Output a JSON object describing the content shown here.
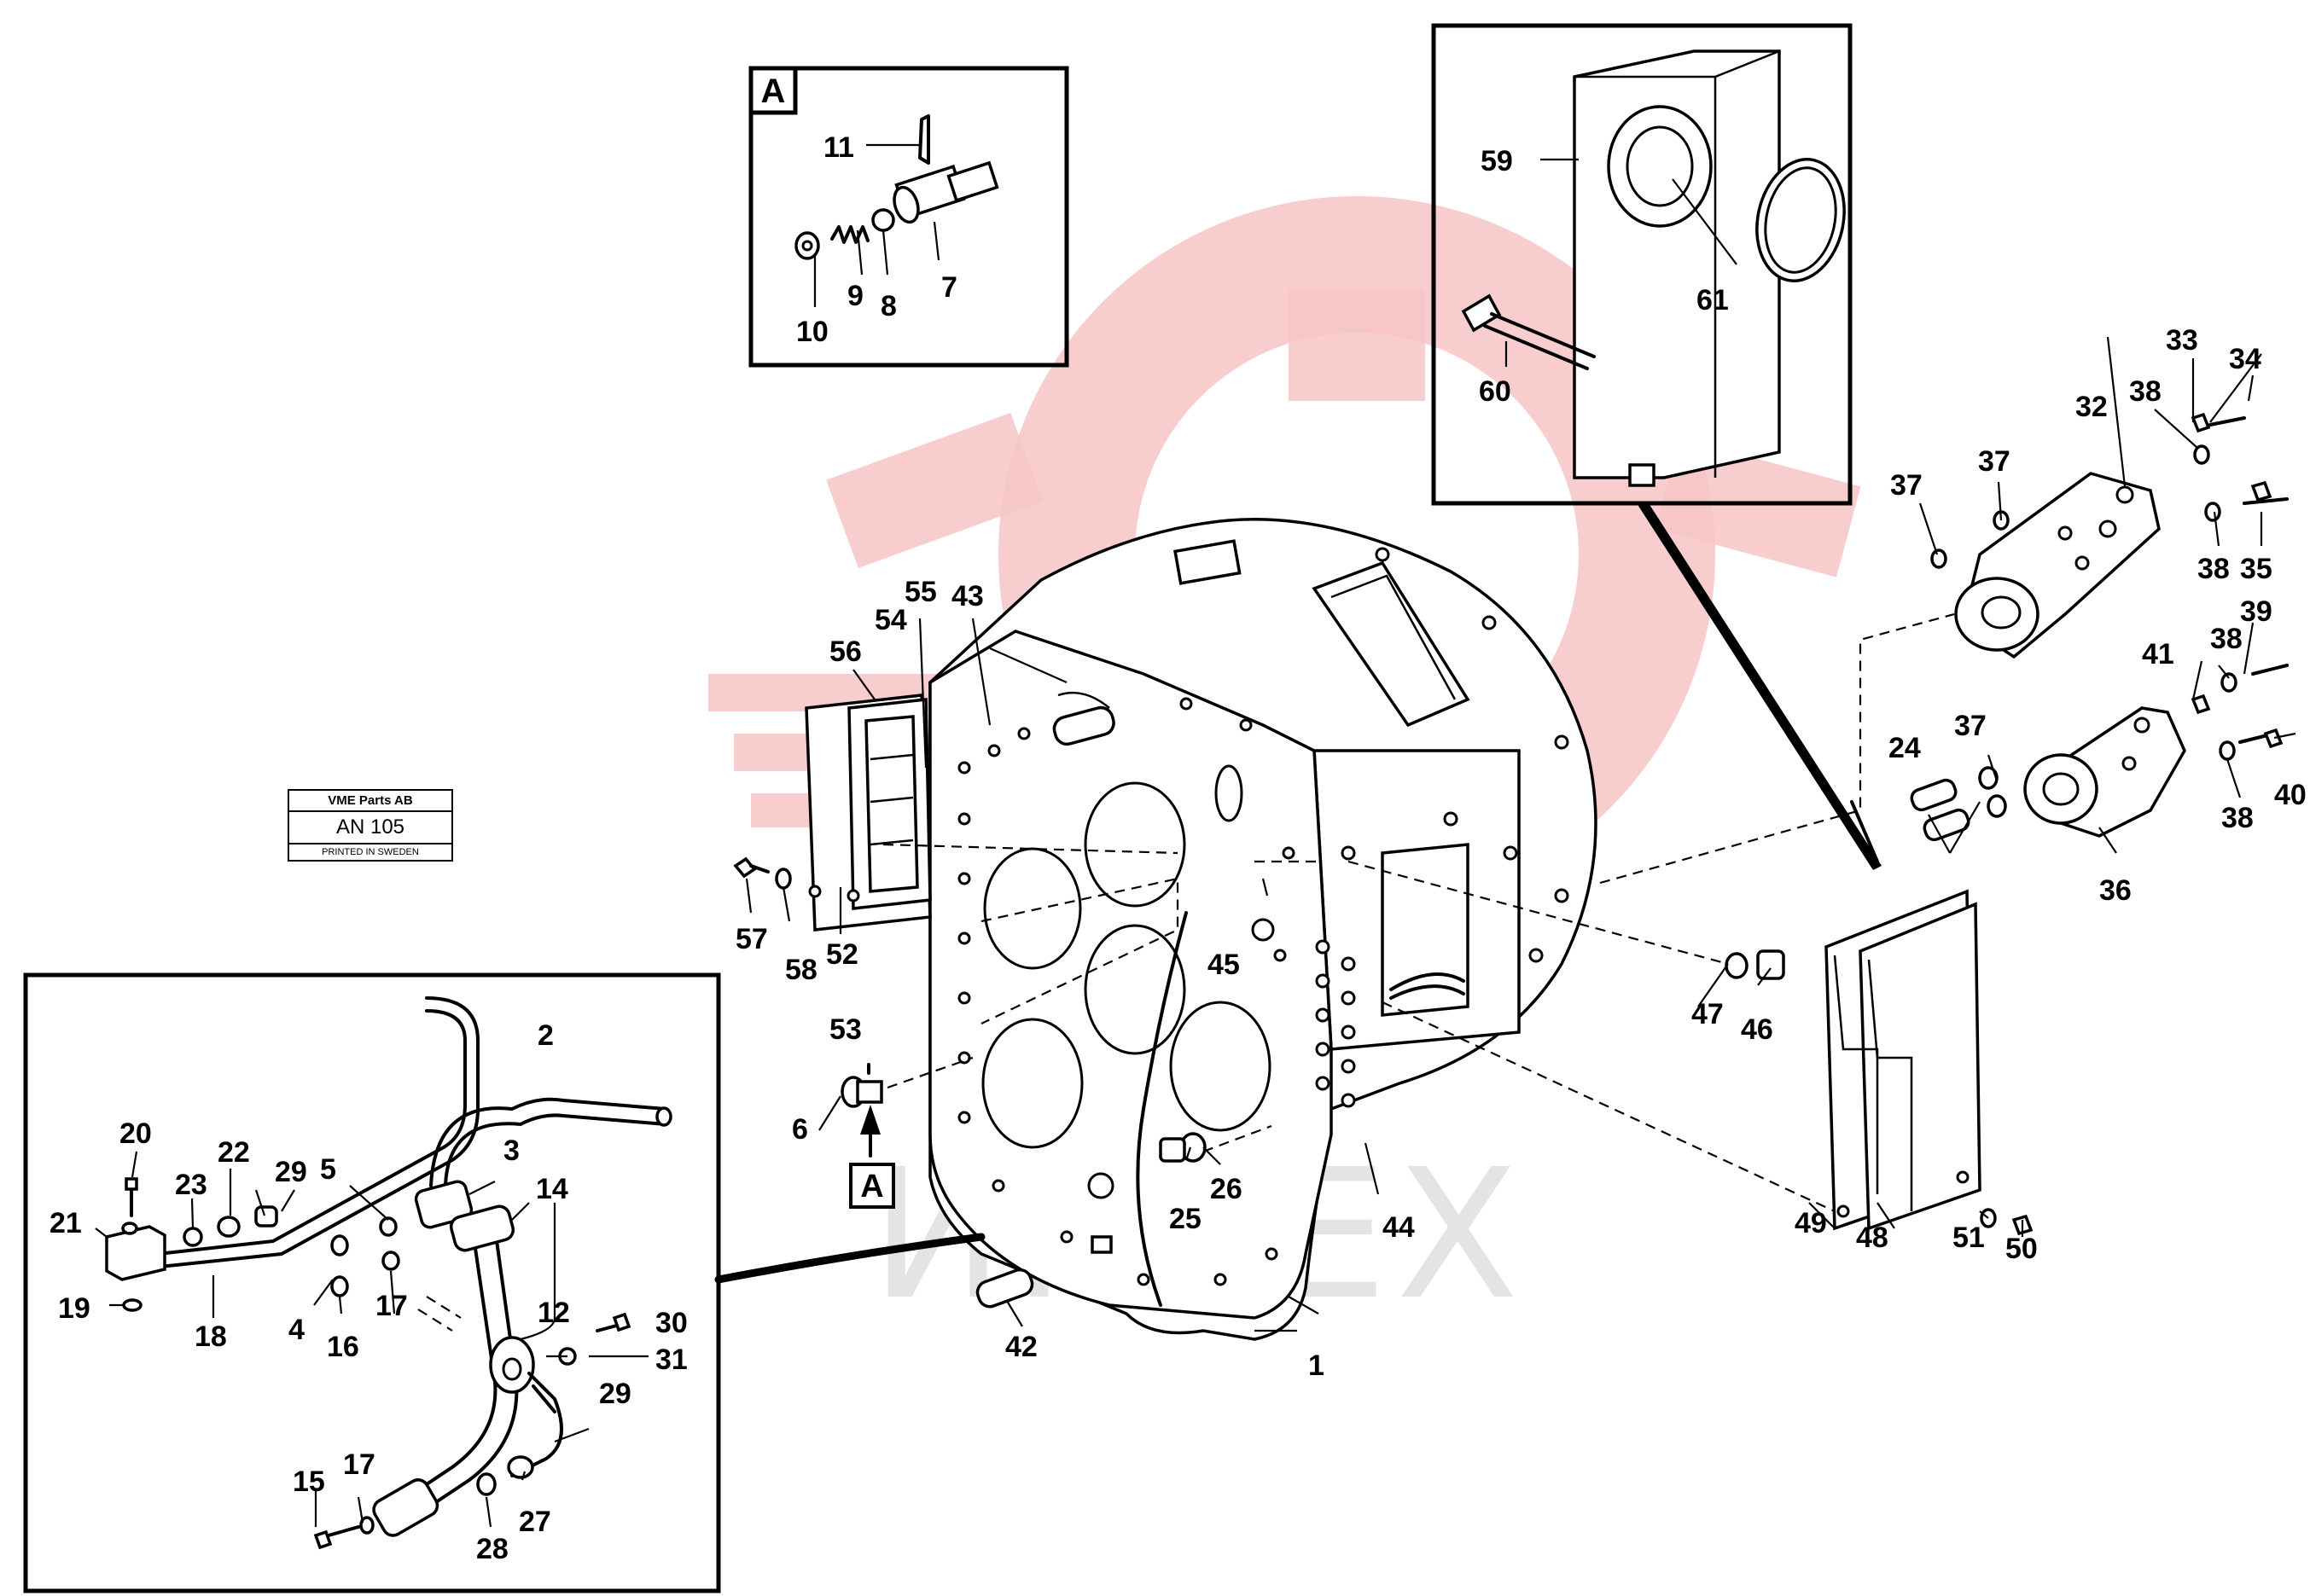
{
  "stamp": {
    "company": "VME Parts AB",
    "code": "AN 105",
    "printed": "PRINTED IN SWEDEN"
  },
  "detail_marker": "A",
  "watermark_text": "ИНТЕХ",
  "callouts": [
    {
      "id": "c1",
      "text": "1"
    },
    {
      "id": "c2",
      "text": "2"
    },
    {
      "id": "c3",
      "text": "3"
    },
    {
      "id": "c4",
      "text": "4"
    },
    {
      "id": "c5",
      "text": "5"
    },
    {
      "id": "c6",
      "text": "6"
    },
    {
      "id": "c7",
      "text": "7"
    },
    {
      "id": "c8",
      "text": "8"
    },
    {
      "id": "c9",
      "text": "9"
    },
    {
      "id": "c10",
      "text": "10"
    },
    {
      "id": "c11",
      "text": "11"
    },
    {
      "id": "c12",
      "text": "12"
    },
    {
      "id": "c14",
      "text": "14"
    },
    {
      "id": "c15",
      "text": "15"
    },
    {
      "id": "c16",
      "text": "16"
    },
    {
      "id": "c17a",
      "text": "17"
    },
    {
      "id": "c17b",
      "text": "17"
    },
    {
      "id": "c18",
      "text": "18"
    },
    {
      "id": "c19",
      "text": "19"
    },
    {
      "id": "c20",
      "text": "20"
    },
    {
      "id": "c21",
      "text": "21"
    },
    {
      "id": "c22",
      "text": "22"
    },
    {
      "id": "c23",
      "text": "23"
    },
    {
      "id": "c24",
      "text": "24"
    },
    {
      "id": "c25",
      "text": "25"
    },
    {
      "id": "c26",
      "text": "26"
    },
    {
      "id": "c27",
      "text": "27"
    },
    {
      "id": "c28",
      "text": "28"
    },
    {
      "id": "c29a",
      "text": "29"
    },
    {
      "id": "c29b",
      "text": "29"
    },
    {
      "id": "c30",
      "text": "30"
    },
    {
      "id": "c31",
      "text": "31"
    },
    {
      "id": "c32",
      "text": "32"
    },
    {
      "id": "c33",
      "text": "33"
    },
    {
      "id": "c34",
      "text": "34"
    },
    {
      "id": "c35",
      "text": "35"
    },
    {
      "id": "c36",
      "text": "36"
    },
    {
      "id": "c37a",
      "text": "37"
    },
    {
      "id": "c37b",
      "text": "37"
    },
    {
      "id": "c37c",
      "text": "37"
    },
    {
      "id": "c38a",
      "text": "38"
    },
    {
      "id": "c38b",
      "text": "38"
    },
    {
      "id": "c38c",
      "text": "38"
    },
    {
      "id": "c38d",
      "text": "38"
    },
    {
      "id": "c39",
      "text": "39"
    },
    {
      "id": "c40",
      "text": "40"
    },
    {
      "id": "c41",
      "text": "41"
    },
    {
      "id": "c42",
      "text": "42"
    },
    {
      "id": "c43",
      "text": "43"
    },
    {
      "id": "c44",
      "text": "44"
    },
    {
      "id": "c45",
      "text": "45"
    },
    {
      "id": "c46",
      "text": "46"
    },
    {
      "id": "c47",
      "text": "47"
    },
    {
      "id": "c48",
      "text": "48"
    },
    {
      "id": "c49",
      "text": "49"
    },
    {
      "id": "c50",
      "text": "50"
    },
    {
      "id": "c51",
      "text": "51"
    },
    {
      "id": "c52",
      "text": "52"
    },
    {
      "id": "c53",
      "text": "53"
    },
    {
      "id": "c54",
      "text": "54"
    },
    {
      "id": "c55",
      "text": "55"
    },
    {
      "id": "c56",
      "text": "56"
    },
    {
      "id": "c57",
      "text": "57"
    },
    {
      "id": "c58",
      "text": "58"
    },
    {
      "id": "c59",
      "text": "59"
    },
    {
      "id": "c60",
      "text": "60"
    },
    {
      "id": "c61",
      "text": "61"
    }
  ]
}
